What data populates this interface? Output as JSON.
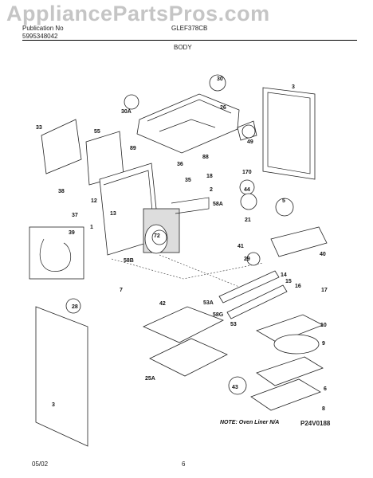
{
  "watermark": "AppliancePartsPros.com",
  "header": {
    "brand": "Publication No",
    "pub_number": "5995348042",
    "model": "GLEF378CB",
    "section": "BODY"
  },
  "footer": {
    "date": "05/02",
    "page": "6"
  },
  "diagram": {
    "note": "NOTE: Oven Liner N/A",
    "figure_code": "P24V0188",
    "labels": [
      "30",
      "30A",
      "26",
      "49",
      "3",
      "33",
      "55",
      "89",
      "88",
      "36",
      "35",
      "18",
      "2",
      "170",
      "44",
      "21",
      "5",
      "38",
      "12",
      "13",
      "37",
      "1",
      "39",
      "58A",
      "72",
      "41",
      "29",
      "58B",
      "7",
      "40",
      "14",
      "15",
      "16",
      "17",
      "53A",
      "42",
      "28",
      "58G",
      "53",
      "10",
      "9",
      "25A",
      "6",
      "43",
      "8",
      "3"
    ]
  }
}
